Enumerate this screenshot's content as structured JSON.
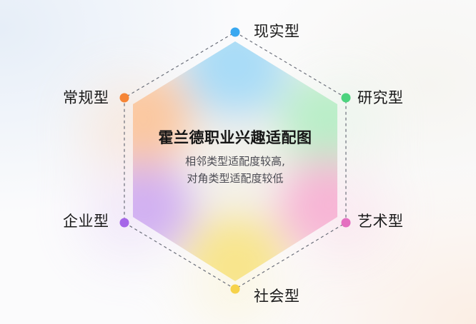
{
  "diagram": {
    "title": "霍兰德职业兴趣适配图",
    "subtitle_line1": "相邻类型适配度较高,",
    "subtitle_line2": "对角类型适配度较低",
    "types": [
      {
        "label": "现实型",
        "position": "top",
        "color": "#3aa8f0"
      },
      {
        "label": "研究型",
        "position": "top-right",
        "color": "#4cd37e"
      },
      {
        "label": "艺术型",
        "position": "bottom-right",
        "color": "#e46fc0"
      },
      {
        "label": "社会型",
        "position": "bottom",
        "color": "#f6d24a"
      },
      {
        "label": "企业型",
        "position": "bottom-left",
        "color": "#a566e8"
      },
      {
        "label": "常规型",
        "position": "top-left",
        "color": "#f58536"
      }
    ],
    "colors": {
      "outline_dash": "#6b6f7a",
      "fill_top": "#a9dcf7",
      "fill_top_right": "#b9eec8",
      "fill_bottom_right": "#f7b5d5",
      "fill_bottom": "#f8e58c",
      "fill_bottom_left": "#d1b0f2",
      "fill_top_left": "#fbc8a0"
    }
  }
}
